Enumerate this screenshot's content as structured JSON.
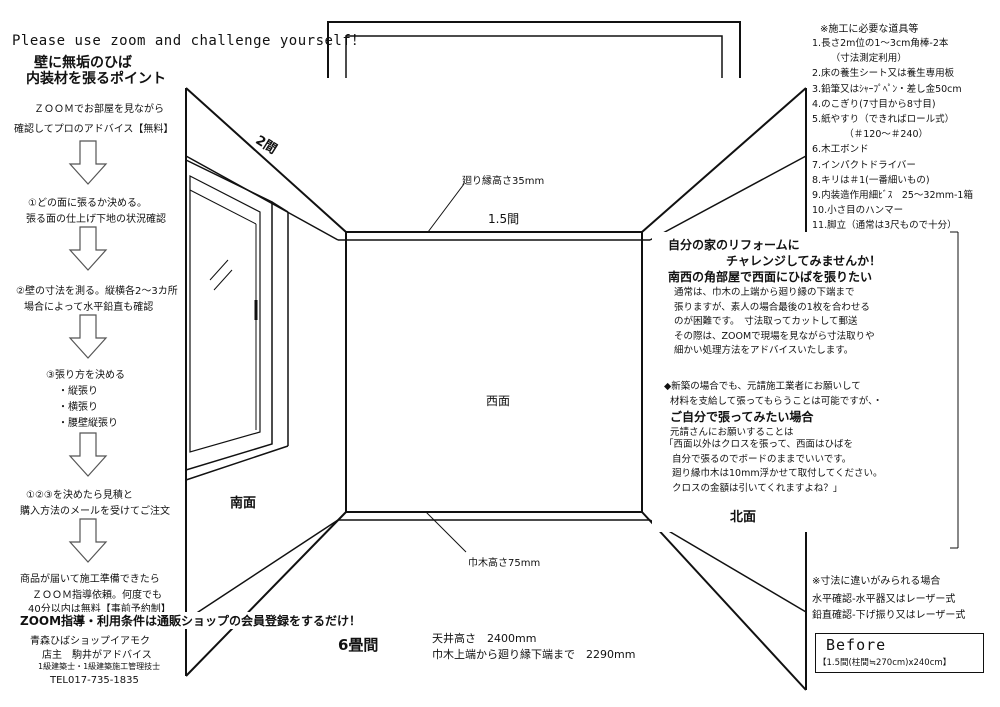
{
  "header": {
    "challenge": "Please use zoom and challenge yourself！",
    "title_line1": "壁に無垢のひば",
    "title_line2": "内装材を張るポイント"
  },
  "steps": {
    "zoom_line1": "ＺＯＯＭでお部屋を見ながら",
    "zoom_line2": "確認してプロのアドバイス【無料】",
    "step1_line1": "①どの面に張るか決める。",
    "step1_line2": "張る面の仕上げ下地の状況確認",
    "step2_line1": "②壁の寸法を測る。縦横各2～3カ所",
    "step2_line2": "場合によって水平鉛直も確認",
    "step3_title": "③張り方を決める",
    "step3_item1": "・縦張り",
    "step3_item2": "・横張り",
    "step3_item3": "・腰壁縦張り",
    "step4_line1": "①②③を決めたら見積と",
    "step4_line2": "購入方法のメールを受けてご注文",
    "step5_line1": "商品が届いて施工準備できたら",
    "step5_line2": "ＺＯＯＭ指導依頼。何度でも",
    "step5_line3": "40分以内は無料【事前予約制】",
    "terms": "ZOOM指導・利用条件は通販ショップの会員登録をするだけ！"
  },
  "shop": {
    "name": "青森ひばショップイアモク",
    "owner": "店主　駒井がアドバイス",
    "license": "1級建築士・1級建築施工管理技士",
    "tel": "TEL017-735-1835"
  },
  "room": {
    "top_depth": "2間",
    "top_width": "1.5間",
    "molding_height": "廻り縁高さ35mm",
    "west": "西面",
    "south": "南面",
    "north": "北面",
    "baseboard_height": "巾木高さ75mm",
    "room_size": "6畳間",
    "ceiling_height": "天井高さ　2400mm",
    "baseboard_to_molding": "巾木上端から廻り縁下端まで　2290mm"
  },
  "tools": {
    "title": "※施工に必要な道具等",
    "items": [
      "1.長さ2m位の1～3cm角棒-2本",
      "　（寸法測定利用）",
      "2.床の養生シート又は養生専用板",
      "3.鉛筆又はｼｬｰﾌﾟﾍﾟﾝ・差し金50cm",
      "4.のこぎり(7寸目から8寸目)",
      "5.紙やすり（できればロール式）",
      "　　（＃120～＃240）",
      "6.木工ボンド",
      "7.インパクトドライバー",
      "8.キリは＃1(一番細いもの)",
      "9.内装造作用細ﾋﾞｽ　25～32mm-1箱",
      "10.小さ目のハンマー",
      "11.脚立（通常は3尺もので十分）"
    ]
  },
  "reform": {
    "line1": "自分の家のリフォームに",
    "line2": "チャレンジしてみませんか！",
    "line3": "南西の角部屋で西面にひばを張りたい",
    "body": [
      "通常は、巾木の上端から廻り縁の下端まで",
      "張りますが、素人の場合最後の1枚を合わせる",
      "のが困難です。　寸法取ってカットして郵送",
      "その際は、ZOOMで現場を見ながら寸法取りや",
      "細かい処理方法をアドバイスいたします。"
    ],
    "new_build_line1": "◆新築の場合でも、元請施工業者にお願いして",
    "new_build_line2": "材料を支給して張ってもらうことは可能ですが、・",
    "diy_title": "ご自分で張ってみたい場合",
    "diy_lead": "元請さんにお願いすることは",
    "quote": [
      "「西面以外はクロスを張って、西面はひばを",
      "自分で張るのでボードのままでいいです。",
      "廻り縁巾木は10mm浮かせて取付してください。",
      "クロスの金額は引いてくれますよね？」"
    ]
  },
  "notes": {
    "title": "※寸法に違いがみられる場合",
    "level": "水平確認-水平器又はレーザー式",
    "plumb": "鉛直確認-下げ振り又はレーザー式"
  },
  "before": {
    "title": "Before",
    "caption": "【1.5間(柱間≒270cm)x240cm】"
  }
}
